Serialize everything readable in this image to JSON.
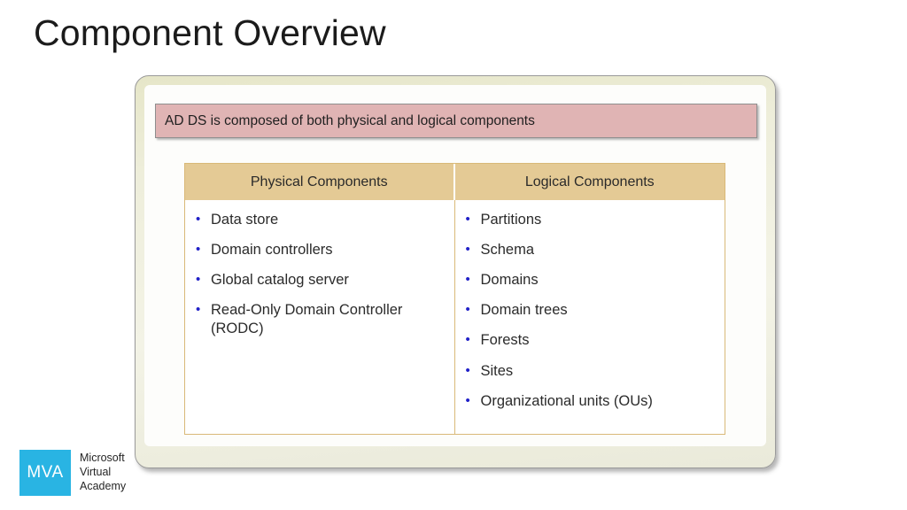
{
  "slide": {
    "title": "Component Overview"
  },
  "callout": {
    "text": "AD DS is composed of both physical and logical components",
    "background_color": "#e0b4b4"
  },
  "table": {
    "header_background_color": "#e4ca95",
    "border_color": "#d9b978",
    "bullet_color": "#2020c8",
    "bullet_glyph": "•",
    "columns": [
      {
        "header": "Physical Components",
        "items": [
          "Data store",
          "Domain controllers",
          "Global catalog server",
          "Read-Only Domain Controller (RODC)"
        ]
      },
      {
        "header": "Logical Components",
        "items": [
          "Partitions",
          "Schema",
          "Domains",
          "Domain trees",
          "Forests",
          "Sites",
          "Organizational units (OUs)"
        ]
      }
    ]
  },
  "logo": {
    "mark": "MVA",
    "mark_color": "#29b4e3",
    "line1": "Microsoft",
    "line2": "Virtual",
    "line3": "Academy"
  }
}
